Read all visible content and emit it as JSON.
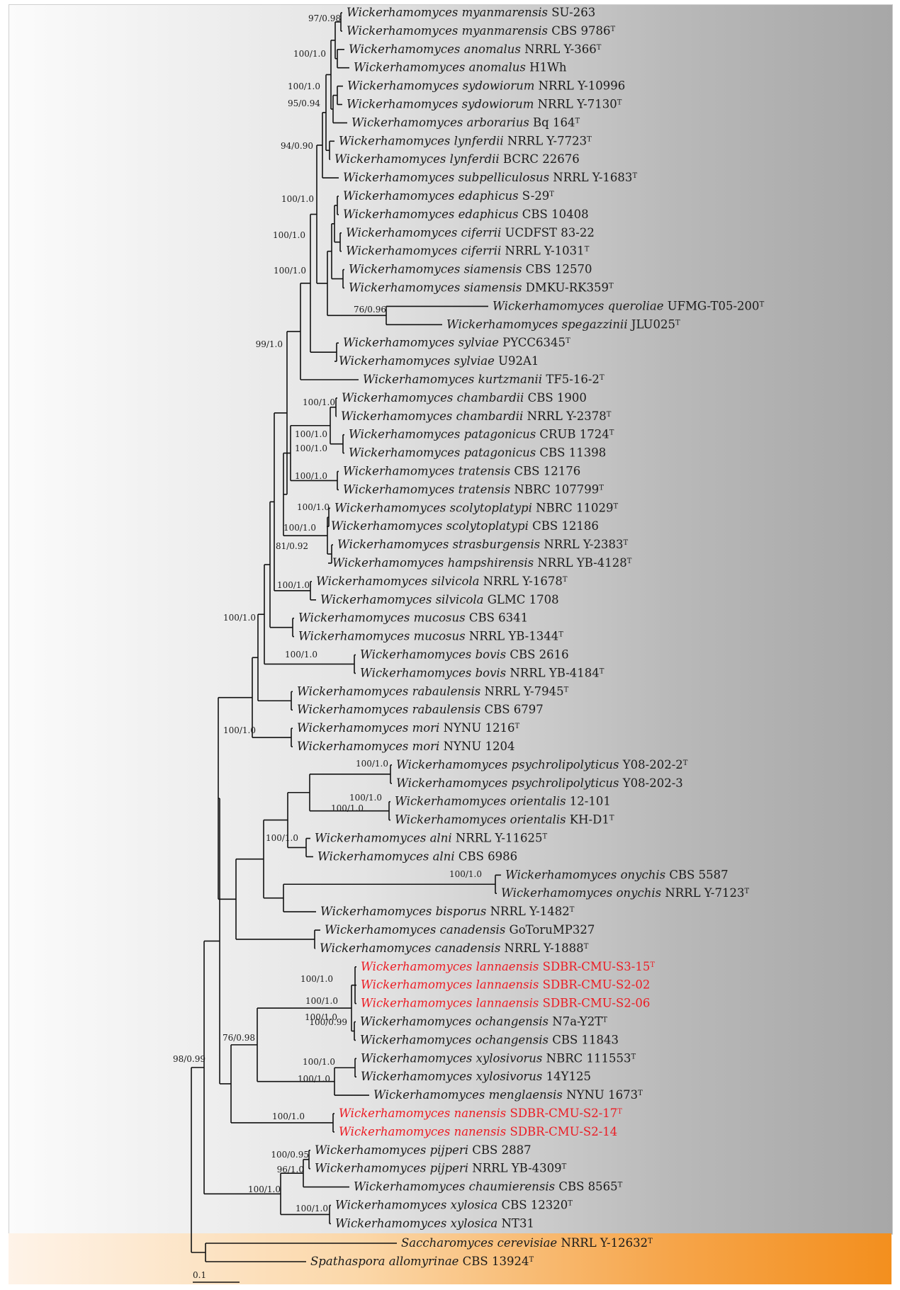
{
  "colors": {
    "highlight": "#ec1c24",
    "line": "#111111",
    "text": "#1a1a1a"
  },
  "genus": "Wickerhamomyces",
  "taxa": [
    {
      "sp": "myanmarensis",
      "st": "SU-263",
      "t": false,
      "hl": false
    },
    {
      "sp": "myanmarensis",
      "st": "CBS 9786",
      "t": true,
      "hl": false
    },
    {
      "sp": "anomalus",
      "st": "NRRL Y-366",
      "t": true,
      "hl": false
    },
    {
      "sp": "anomalus",
      "st": "H1Wh",
      "t": false,
      "hl": false
    },
    {
      "sp": "sydowiorum",
      "st": "NRRL Y-10996",
      "t": false,
      "hl": false
    },
    {
      "sp": "sydowiorum",
      "st": "NRRL Y-7130",
      "t": true,
      "hl": false
    },
    {
      "sp": "arborarius",
      "st": "Bq 164",
      "t": true,
      "hl": false
    },
    {
      "sp": "lynferdii",
      "st": "NRRL Y-7723",
      "t": true,
      "hl": false
    },
    {
      "sp": "lynferdii",
      "st": "BCRC 22676",
      "t": false,
      "hl": false
    },
    {
      "sp": "subpelliculosus",
      "st": "NRRL Y-1683",
      "t": true,
      "hl": false
    },
    {
      "sp": "edaphicus",
      "st": "S-29",
      "t": true,
      "hl": false
    },
    {
      "sp": "edaphicus",
      "st": "CBS 10408",
      "t": false,
      "hl": false
    },
    {
      "sp": "ciferrii",
      "st": "UCDFST 83-22",
      "t": false,
      "hl": false
    },
    {
      "sp": "ciferrii",
      "st": "NRRL Y-1031",
      "t": true,
      "hl": false
    },
    {
      "sp": "siamensis",
      "st": "CBS 12570",
      "t": false,
      "hl": false
    },
    {
      "sp": "siamensis",
      "st": "DMKU-RK359",
      "t": true,
      "hl": false
    },
    {
      "sp": "queroliae",
      "st": "UFMG-T05-200",
      "t": true,
      "hl": false
    },
    {
      "sp": "spegazzinii",
      "st": "JLU025",
      "t": true,
      "hl": false
    },
    {
      "sp": "sylviae",
      "st": "PYCC6345",
      "t": true,
      "hl": false
    },
    {
      "sp": "sylviae",
      "st": "U92A1",
      "t": false,
      "hl": false
    },
    {
      "sp": "kurtzmanii",
      "st": "TF5-16-2",
      "t": true,
      "hl": false
    },
    {
      "sp": "chambardii",
      "st": "CBS 1900",
      "t": false,
      "hl": false
    },
    {
      "sp": "chambardii",
      "st": "NRRL Y-2378",
      "t": true,
      "hl": false
    },
    {
      "sp": "patagonicus",
      "st": "CRUB 1724",
      "t": true,
      "hl": false
    },
    {
      "sp": "patagonicus",
      "st": "CBS 11398",
      "t": false,
      "hl": false
    },
    {
      "sp": "tratensis",
      "st": "CBS 12176",
      "t": false,
      "hl": false
    },
    {
      "sp": "tratensis",
      "st": "NBRC 107799",
      "t": true,
      "hl": false
    },
    {
      "sp": "scolytoplatypi",
      "st": "NBRC 11029",
      "t": true,
      "hl": false
    },
    {
      "sp": "scolytoplatypi",
      "st": "CBS 12186",
      "t": false,
      "hl": false
    },
    {
      "sp": "strasburgensis",
      "st": "NRRL Y-2383",
      "t": true,
      "hl": false
    },
    {
      "sp": "hampshirensis",
      "st": "NRRL YB-4128",
      "t": true,
      "hl": false
    },
    {
      "sp": "silvicola",
      "st": "NRRL Y-1678",
      "t": true,
      "hl": false
    },
    {
      "sp": "silvicola",
      "st": "GLMC 1708",
      "t": false,
      "hl": false
    },
    {
      "sp": "mucosus",
      "st": "CBS 6341",
      "t": false,
      "hl": false
    },
    {
      "sp": "mucosus",
      "st": "NRRL YB-1344",
      "t": true,
      "hl": false
    },
    {
      "sp": "bovis",
      "st": "CBS 2616",
      "t": false,
      "hl": false
    },
    {
      "sp": "bovis",
      "st": "NRRL YB-4184",
      "t": true,
      "hl": false
    },
    {
      "sp": "rabaulensis",
      "st": "NRRL Y-7945",
      "t": true,
      "hl": false
    },
    {
      "sp": "rabaulensis",
      "st": "CBS 6797",
      "t": false,
      "hl": false
    },
    {
      "sp": "mori",
      "st": "NYNU 1216",
      "t": true,
      "hl": false
    },
    {
      "sp": "mori",
      "st": "NYNU 1204",
      "t": false,
      "hl": false
    },
    {
      "sp": "psychrolipolyticus",
      "st": "Y08-202-2",
      "t": true,
      "hl": false
    },
    {
      "sp": "psychrolipolyticus",
      "st": "Y08-202-3",
      "t": false,
      "hl": false
    },
    {
      "sp": "orientalis",
      "st": "12-101",
      "t": false,
      "hl": false
    },
    {
      "sp": "orientalis",
      "st": "KH-D1",
      "t": true,
      "hl": false
    },
    {
      "sp": "alni",
      "st": "NRRL Y-11625",
      "t": true,
      "hl": false
    },
    {
      "sp": "alni",
      "st": "CBS 6986",
      "t": false,
      "hl": false
    },
    {
      "sp": "onychis",
      "st": "CBS 5587",
      "t": false,
      "hl": false
    },
    {
      "sp": "onychis",
      "st": "NRRL Y-7123",
      "t": true,
      "hl": false
    },
    {
      "sp": "bisporus",
      "st": "NRRL Y-1482",
      "t": true,
      "hl": false
    },
    {
      "sp": "canadensis",
      "st": "GoToruMP327",
      "t": false,
      "hl": false
    },
    {
      "sp": "canadensis",
      "st": "NRRL Y-1888",
      "t": true,
      "hl": false
    },
    {
      "sp": "lannaensis",
      "st": "SDBR-CMU-S3-15",
      "t": true,
      "hl": true
    },
    {
      "sp": "lannaensis",
      "st": "SDBR-CMU-S2-02",
      "t": false,
      "hl": true
    },
    {
      "sp": "lannaensis",
      "st": "SDBR-CMU-S2-06",
      "t": false,
      "hl": true
    },
    {
      "sp": "ochangensis",
      "st": "N7a-Y2T",
      "t": true,
      "hl": false
    },
    {
      "sp": "ochangensis",
      "st": "CBS 11843",
      "t": false,
      "hl": false
    },
    {
      "sp": "xylosivorus",
      "st": "NBRC 111553",
      "t": true,
      "hl": false
    },
    {
      "sp": "xylosivorus",
      "st": "14Y125",
      "t": false,
      "hl": false
    },
    {
      "sp": "menglaensis",
      "st": "NYNU 1673",
      "t": true,
      "hl": false
    },
    {
      "sp": "nanensis",
      "st": "SDBR-CMU-S2-17",
      "t": true,
      "hl": true
    },
    {
      "sp": "nanensis",
      "st": "SDBR-CMU-S2-14",
      "t": false,
      "hl": true
    },
    {
      "sp": "pijperi",
      "st": "CBS 2887",
      "t": false,
      "hl": false
    },
    {
      "sp": "pijperi",
      "st": "NRRL YB-4309",
      "t": true,
      "hl": false
    },
    {
      "sp": "chaumierensis",
      "st": "CBS 8565",
      "t": true,
      "hl": false
    },
    {
      "sp": "xylosica",
      "st": "CBS 12320",
      "t": true,
      "hl": false
    },
    {
      "sp": "xylosica",
      "st": "NT31",
      "t": false,
      "hl": false
    }
  ],
  "outgroup": [
    {
      "genus": "Saccharomyces",
      "sp": "cerevisiae",
      "st": "NRRL Y-12632",
      "t": true
    },
    {
      "genus": "Spathaspora",
      "sp": "allomyrinae",
      "st": "CBS 13924",
      "t": true
    }
  ],
  "support_labels": [
    "97/0.98",
    "100/1.0",
    "100/1.0",
    "95/0.94",
    "94/0.90",
    "100/1.0",
    "100/1.0",
    "100/1.0",
    "76/0.96",
    "99/1.0",
    "100/1.0",
    "100/1.0",
    "100/1.0",
    "100/1.0",
    "100/1.0",
    "100/1.0",
    "81/0.92",
    "100/1.0",
    "100/1.0",
    "100/1.0",
    "100/1.0",
    "100/1.0",
    "100/1.0",
    "100/1.0",
    "100/1.0",
    "100/1.0",
    "100/1.0",
    "100/1.0",
    "100/1.0",
    "100/0.99",
    "76/0.98",
    "100/1.0",
    "100/1.0",
    "100/1.0",
    "98/0.99",
    "100/0.95",
    "96/1.0",
    "100/1.0",
    "100/1.0"
  ],
  "scale_bar": {
    "label": "0.1"
  }
}
